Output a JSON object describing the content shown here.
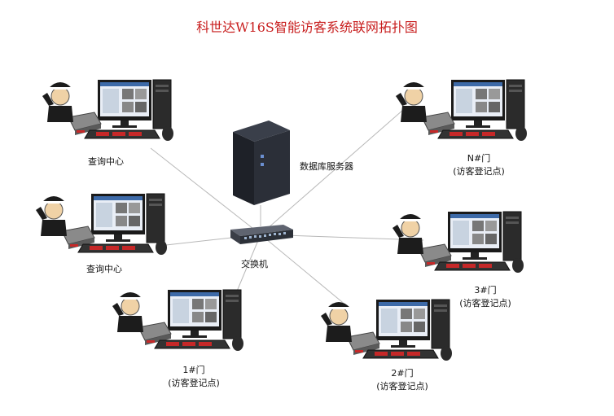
{
  "title": "科世达W16S智能访客系统联网拓扑图",
  "nodes": {
    "query1": {
      "label": "查询中心"
    },
    "query2": {
      "label": "查询中心"
    },
    "door1": {
      "label": "1#门",
      "sub": "(访客登记点)"
    },
    "door2": {
      "label": "2#门",
      "sub": "(访客登记点)"
    },
    "door3": {
      "label": "3#门",
      "sub": "(访客登记点)"
    },
    "doorN": {
      "label": "N#门",
      "sub": "(访客登记点)"
    },
    "server": {
      "label": "数据库服务器"
    },
    "switch": {
      "label": "交换机"
    }
  },
  "colors": {
    "title": "#c81e1e",
    "line": "#b8b8b8",
    "device": "#2a2a2a"
  }
}
